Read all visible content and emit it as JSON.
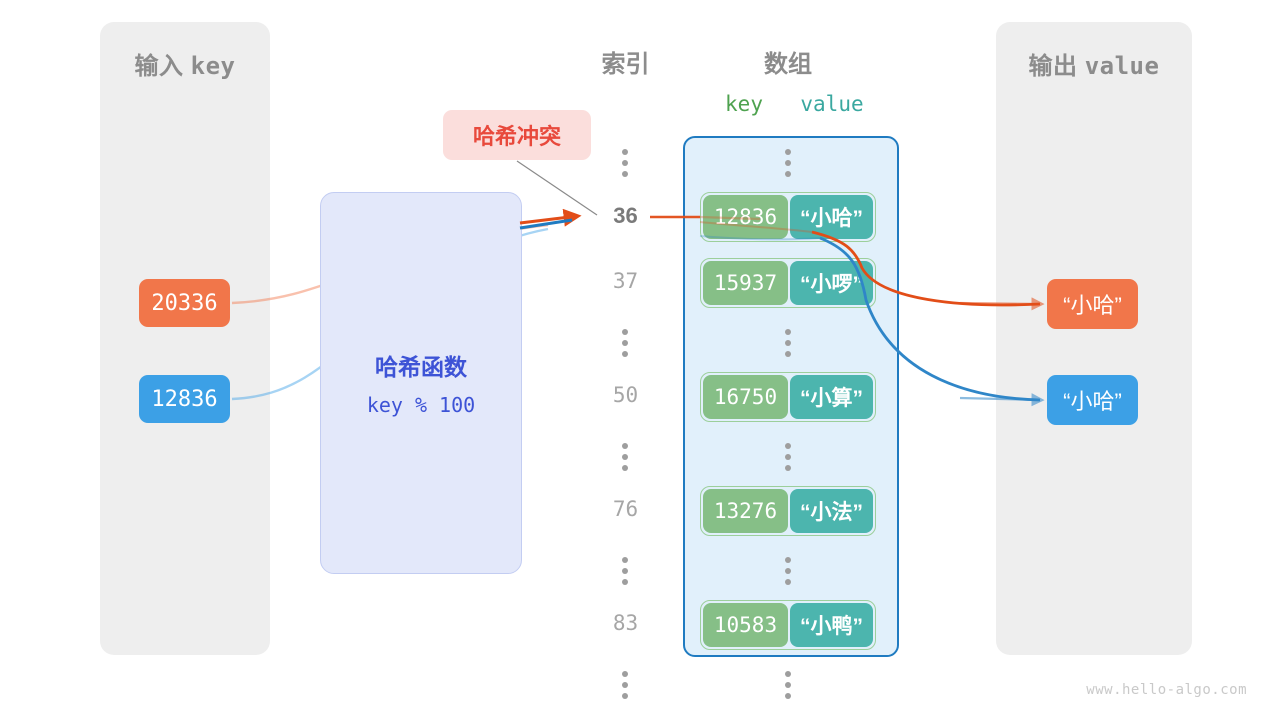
{
  "panels": {
    "input": {
      "title_cn": "输入",
      "title_code": "key"
    },
    "output": {
      "title_cn": "输出",
      "title_code": "value"
    }
  },
  "hash_function": {
    "title": "哈希函数",
    "expression": "key % 100"
  },
  "collision": {
    "label": "哈希冲突"
  },
  "columns": {
    "index_header": "索引",
    "array_header": "数组",
    "key_header": "key",
    "value_header": "value"
  },
  "input_keys": [
    {
      "value": "20336",
      "color": "#f1764a"
    },
    {
      "value": "12836",
      "color": "#3ca0e6"
    }
  ],
  "output_values": [
    {
      "value": "“小哈”",
      "color": "#f1764a"
    },
    {
      "value": "“小哈”",
      "color": "#3ca0e6"
    }
  ],
  "array_rows": [
    {
      "index": "⋮",
      "type": "ellipsis"
    },
    {
      "index": "36",
      "type": "entry",
      "key": "12836",
      "value": "“小哈”",
      "highlight": true
    },
    {
      "index": "37",
      "type": "entry",
      "key": "15937",
      "value": "“小啰”",
      "highlight": false
    },
    {
      "index": "⋮",
      "type": "ellipsis"
    },
    {
      "index": "50",
      "type": "entry",
      "key": "16750",
      "value": "“小算”",
      "highlight": false
    },
    {
      "index": "⋮",
      "type": "ellipsis"
    },
    {
      "index": "76",
      "type": "entry",
      "key": "13276",
      "value": "“小法”",
      "highlight": false
    },
    {
      "index": "⋮",
      "type": "ellipsis"
    },
    {
      "index": "83",
      "type": "entry",
      "key": "10583",
      "value": "“小鸭”",
      "highlight": false
    },
    {
      "index": "⋮",
      "type": "ellipsis"
    }
  ],
  "mapped_index": "36",
  "watermark": "www.hello-algo.com",
  "colors": {
    "orange": "#f1764a",
    "orange_arrow": "#e24d18",
    "blue": "#3ca0e6",
    "blue_arrow": "#1f7bc1",
    "panel_gray": "#eeeeee",
    "hash_box": "#e3e8fa",
    "hash_text": "#3d53d6",
    "collision_bg": "#fbdedc",
    "collision_text": "#e8493c",
    "array_bg": "#e1f0fb",
    "array_border": "#1f7bc1",
    "key_cell": "#86bf87",
    "value_cell": "#4cb5ae",
    "entry_border": "#9ccf9b",
    "label_gray": "#8c8c8c"
  }
}
